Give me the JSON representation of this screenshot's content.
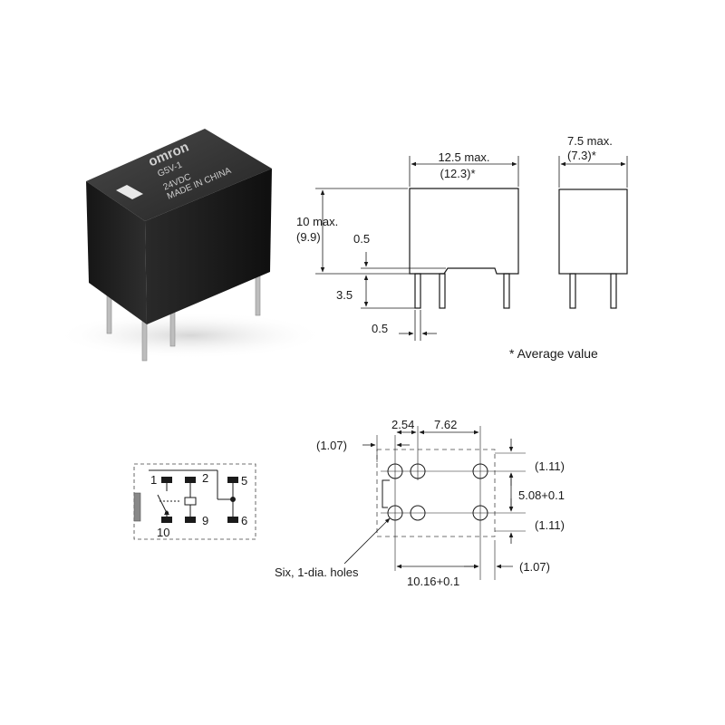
{
  "photo": {
    "brand": "omron",
    "model": "G5V-1",
    "voltage": "24VDC",
    "origin": "MADE IN CHINA"
  },
  "front_view": {
    "width_max": "12.5 max.",
    "width_avg": "(12.3)*",
    "height_max": "10 max.",
    "height_avg": "(9.9)",
    "standoff": "0.5",
    "pin_length": "3.5",
    "pin_width": "0.5"
  },
  "side_view": {
    "depth_max": "7.5 max.",
    "depth_avg": "(7.3)*"
  },
  "footnote": "* Average value",
  "schematic": {
    "pins": [
      "1",
      "2",
      "5",
      "10",
      "9",
      "6"
    ]
  },
  "pcb": {
    "top_pitch_1": "2.54",
    "top_pitch_2": "7.62",
    "left_offset": "(1.07)",
    "right_top": "(1.11)",
    "row_pitch": "5.08+0.1",
    "right_bottom": "(1.11)",
    "bottom_right": "(1.07)",
    "total_width": "10.16+0.1",
    "holes_note": "Six, 1-dia. holes"
  }
}
